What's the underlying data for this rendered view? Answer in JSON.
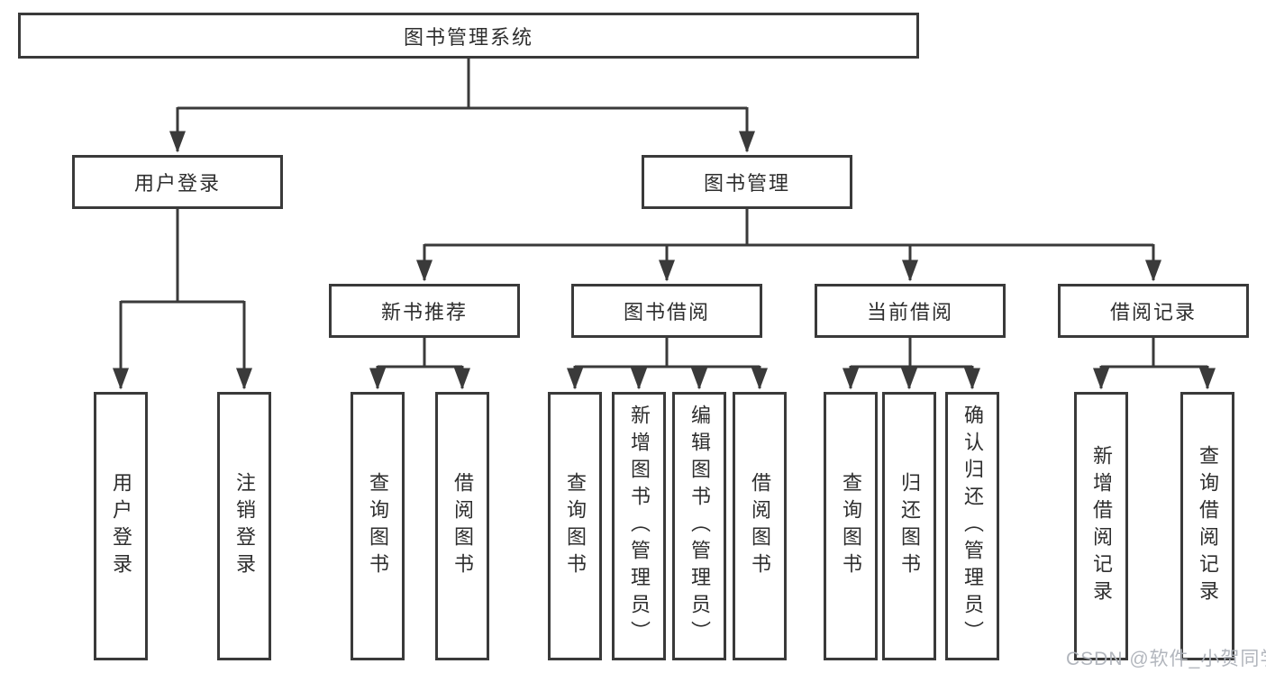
{
  "diagram": {
    "root": "图书管理系统",
    "level1": [
      "用户登录",
      "图书管理"
    ],
    "level2": [
      "新书推荐",
      "图书借阅",
      "当前借阅",
      "借阅记录"
    ],
    "leaves": {
      "user_login": [
        "用户登录",
        "注销登录"
      ],
      "new_book_recommend": [
        "查询图书",
        "借阅图书"
      ],
      "book_borrowing": [
        "查询图书",
        "新增图书（管理员）",
        "编辑图书（管理员）",
        "借阅图书"
      ],
      "current_borrowing": [
        "查询图书",
        "归还图书",
        "确认归还（管理员）"
      ],
      "borrow_records": [
        "新增借阅记录",
        "查询借阅记录"
      ]
    },
    "watermark": "CSDN @软件_小贺同学",
    "colors": {
      "line": "#3a3a3a",
      "box_border": "#3a3a3a",
      "text": "#2e2e2e",
      "watermark": "#aeb2b9",
      "background": "#ffffff"
    }
  }
}
